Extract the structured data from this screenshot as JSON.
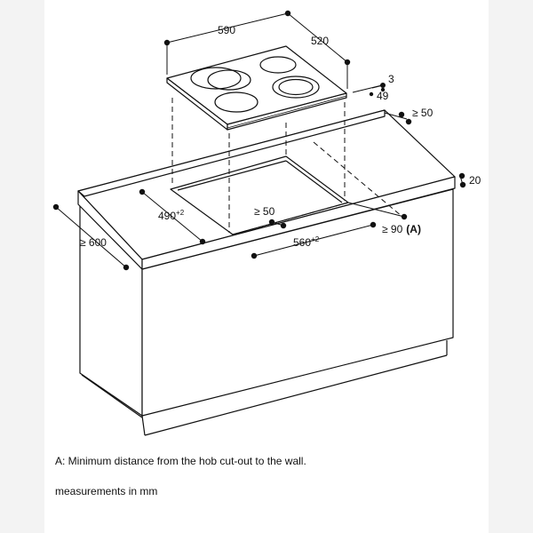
{
  "dimensions": {
    "hob_width": "590",
    "hob_depth": "520",
    "glass_thickness": "3",
    "hob_height": "49",
    "wall_gap": "≥ 50",
    "worktop_thickness": "20",
    "cutout_depth": "490",
    "cutout_depth_tol": "+2",
    "cutout_width": "560",
    "cutout_width_tol": "+2",
    "front_gap": "≥ 50",
    "worktop_depth": "≥ 600",
    "wall_distance": "≥ 90",
    "wall_distance_ref": "(A)"
  },
  "notes": {
    "note_a": "A: Minimum distance from the hob cut-out to the wall.",
    "units": "measurements in mm"
  }
}
